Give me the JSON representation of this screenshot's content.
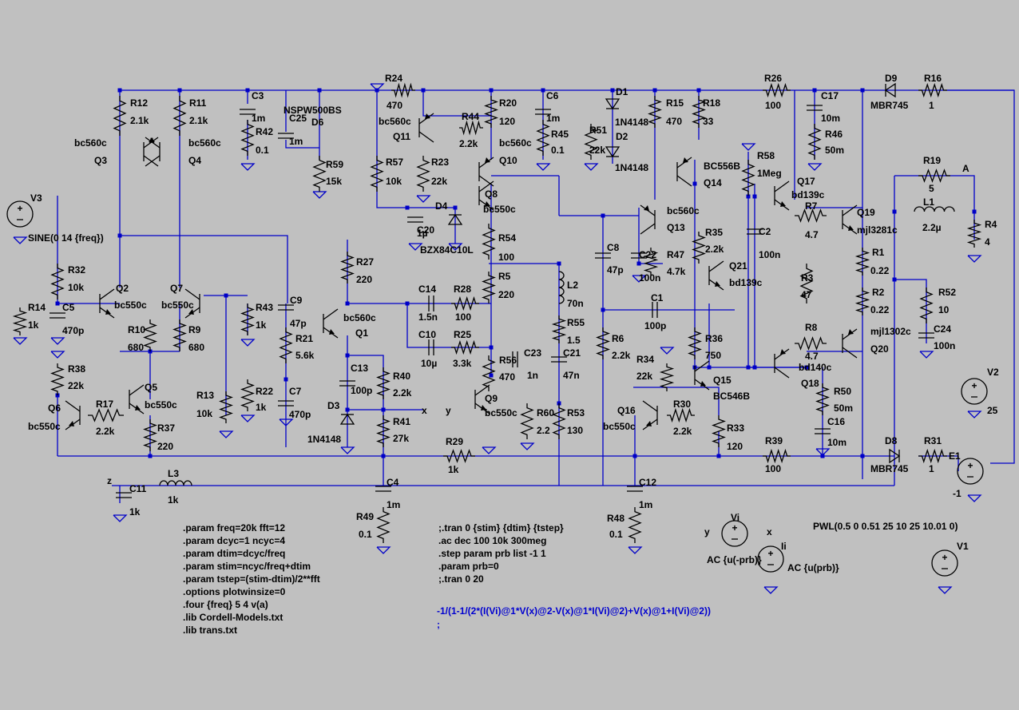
{
  "components": [
    {
      "id": "R24",
      "value": "470"
    },
    {
      "id": "R26",
      "value": "100"
    },
    {
      "id": "D9",
      "value": "MBR745"
    },
    {
      "id": "R16",
      "value": "1"
    },
    {
      "id": "R12",
      "value": "2.1k"
    },
    {
      "id": "R11",
      "value": "2.1k"
    },
    {
      "id": "C3",
      "value": "1m"
    },
    {
      "id": "R42",
      "value": "0.1"
    },
    {
      "id": "C25",
      "value": "1m"
    },
    {
      "id": "D6",
      "value": "NSPW500BS"
    },
    {
      "id": "R59",
      "value": "15k"
    },
    {
      "id": "R44",
      "value": "2.2k"
    },
    {
      "id": "R20",
      "value": "120"
    },
    {
      "id": "C6",
      "value": "1m"
    },
    {
      "id": "R45",
      "value": "0.1"
    },
    {
      "id": "D1",
      "value": "1N4148"
    },
    {
      "id": "D2",
      "value": "1N4148"
    },
    {
      "id": "R51",
      "value": "22k"
    },
    {
      "id": "R15",
      "value": "470"
    },
    {
      "id": "R18",
      "value": "33"
    },
    {
      "id": "C17",
      "value": "10m"
    },
    {
      "id": "R46",
      "value": "50m"
    },
    {
      "id": "Q3",
      "value": "bc560c"
    },
    {
      "id": "Q4",
      "value": "bc560c"
    },
    {
      "id": "Q11",
      "value": "bc560c"
    },
    {
      "id": "Q10",
      "value": "bc560c"
    },
    {
      "id": "R57",
      "value": "10k"
    },
    {
      "id": "R23",
      "value": "22k"
    },
    {
      "id": "Q8",
      "value": "bc550c"
    },
    {
      "id": "D4",
      "value": "BZX84C10L"
    },
    {
      "id": "C20",
      "value": "1µ"
    },
    {
      "id": "R58",
      "value": "1Meg"
    },
    {
      "id": "Q14",
      "value": "BC556B"
    },
    {
      "id": "Q17",
      "value": "bd139c"
    },
    {
      "id": "R19",
      "value": "5"
    },
    {
      "id": "L1",
      "value": "2.2µ"
    },
    {
      "id": "R4",
      "value": "4"
    },
    {
      "id": "Q19",
      "value": "mjl3281c"
    },
    {
      "id": "R7",
      "value": "4.7"
    },
    {
      "id": "R1",
      "value": "0.22"
    },
    {
      "id": "R2",
      "value": "0.22"
    },
    {
      "id": "R52",
      "value": "10"
    },
    {
      "id": "C24",
      "value": "100n"
    },
    {
      "id": "Q20",
      "value": "mjl1302c"
    },
    {
      "id": "R3",
      "value": "47"
    },
    {
      "id": "R8",
      "value": "4.7"
    },
    {
      "id": "Q18",
      "value": "bd140c"
    },
    {
      "id": "R50",
      "value": "50m"
    },
    {
      "id": "C16",
      "value": "10m"
    },
    {
      "id": "V2",
      "value": "25"
    },
    {
      "id": "D8",
      "value": "MBR745"
    },
    {
      "id": "R31",
      "value": "1"
    },
    {
      "id": "E1",
      "value": "-1"
    },
    {
      "id": "R39",
      "value": "100"
    },
    {
      "id": "V3",
      "value": "SINE(0 14 {freq})"
    },
    {
      "id": "R32",
      "value": "10k"
    },
    {
      "id": "R14",
      "value": "1k"
    },
    {
      "id": "C5",
      "value": "470p"
    },
    {
      "id": "Q2",
      "value": "bc550c"
    },
    {
      "id": "Q7",
      "value": "bc550c"
    },
    {
      "id": "R10",
      "value": "680"
    },
    {
      "id": "R9",
      "value": "680"
    },
    {
      "id": "R43",
      "value": "1k"
    },
    {
      "id": "C9",
      "value": "47p"
    },
    {
      "id": "R21",
      "value": "5.6k"
    },
    {
      "id": "R27",
      "value": "220"
    },
    {
      "id": "Q1",
      "value": "bc560c"
    },
    {
      "id": "C14",
      "value": "1.5n"
    },
    {
      "id": "R28",
      "value": "100"
    },
    {
      "id": "C10",
      "value": "10µ"
    },
    {
      "id": "R25",
      "value": "3.3k"
    },
    {
      "id": "R54",
      "value": "100"
    },
    {
      "id": "R5",
      "value": "220"
    },
    {
      "id": "L2",
      "value": "70n"
    },
    {
      "id": "R55",
      "value": "1.5"
    },
    {
      "id": "C21",
      "value": "47n"
    },
    {
      "id": "R56",
      "value": "470"
    },
    {
      "id": "C23",
      "value": "1n"
    },
    {
      "id": "C8",
      "value": "47p"
    },
    {
      "id": "C22",
      "value": "100n"
    },
    {
      "id": "R47",
      "value": "4.7k"
    },
    {
      "id": "Q13",
      "value": "bc560c"
    },
    {
      "id": "R35",
      "value": "2.2k"
    },
    {
      "id": "Q21",
      "value": "bd139c"
    },
    {
      "id": "C2",
      "value": "100n"
    },
    {
      "id": "C1",
      "value": "100p"
    },
    {
      "id": "R6",
      "value": "2.2k"
    },
    {
      "id": "R36",
      "value": "750"
    },
    {
      "id": "R34",
      "value": "22k"
    },
    {
      "id": "Q15",
      "value": "BC546B"
    },
    {
      "id": "R38",
      "value": "22k"
    },
    {
      "id": "Q5",
      "value": "bc550c"
    },
    {
      "id": "Q6",
      "value": "bc550c"
    },
    {
      "id": "R17",
      "value": "2.2k"
    },
    {
      "id": "R37",
      "value": "220"
    },
    {
      "id": "R13",
      "value": "10k"
    },
    {
      "id": "R22",
      "value": "1k"
    },
    {
      "id": "C7",
      "value": "470p"
    },
    {
      "id": "C13",
      "value": "100p"
    },
    {
      "id": "R40",
      "value": "2.2k"
    },
    {
      "id": "D3",
      "value": "1N4148"
    },
    {
      "id": "R41",
      "value": "27k"
    },
    {
      "id": "Q9",
      "value": "bc550c"
    },
    {
      "id": "R60",
      "value": "2.2"
    },
    {
      "id": "R53",
      "value": "130"
    },
    {
      "id": "Q16",
      "value": "bc550c"
    },
    {
      "id": "R30",
      "value": "2.2k"
    },
    {
      "id": "R33",
      "value": "120"
    },
    {
      "id": "R29",
      "value": "1k"
    },
    {
      "id": "C11",
      "value": "1k"
    },
    {
      "id": "L3",
      "value": "1k"
    },
    {
      "id": "C4",
      "value": "1m"
    },
    {
      "id": "R49",
      "value": "0.1"
    },
    {
      "id": "C12",
      "value": "1m"
    },
    {
      "id": "R48",
      "value": "0.1"
    },
    {
      "id": "Vi",
      "value": "AC {u(-prb)}"
    },
    {
      "id": "Ii",
      "value": "AC {u(prb)}"
    },
    {
      "id": "V1",
      "value": ""
    }
  ],
  "net_labels": {
    "A": "A",
    "x": "x",
    "y": "y",
    "z": "z"
  },
  "directives_left": [
    ".param freq=20k fft=12",
    ".param dcyc=1 ncyc=4",
    ".param dtim=dcyc/freq",
    ".param stim=ncyc/freq+dtim",
    ".param tstep=(stim-dtim)/2**fft",
    ".options plotwinsize=0",
    ".four {freq} 5 4 v(a)",
    ".lib Cordell-Models.txt",
    ".lib trans.txt"
  ],
  "directives_mid": [
    ";.tran 0 {stim} {dtim} {tstep}",
    ".ac dec 100 10k 300meg",
    ".step param prb list -1 1",
    ".param prb=0",
    ";.tran 0 20"
  ],
  "expression": [
    "-1/(1-1/(2*(I(Vi)@1*V(x)@2-V(x)@1*I(Vi)@2)+V(x)@1+I(Vi)@2))",
    ";"
  ],
  "v1_source": "PWL(0.5 0 0.51 25 10 25 10.01 0)"
}
